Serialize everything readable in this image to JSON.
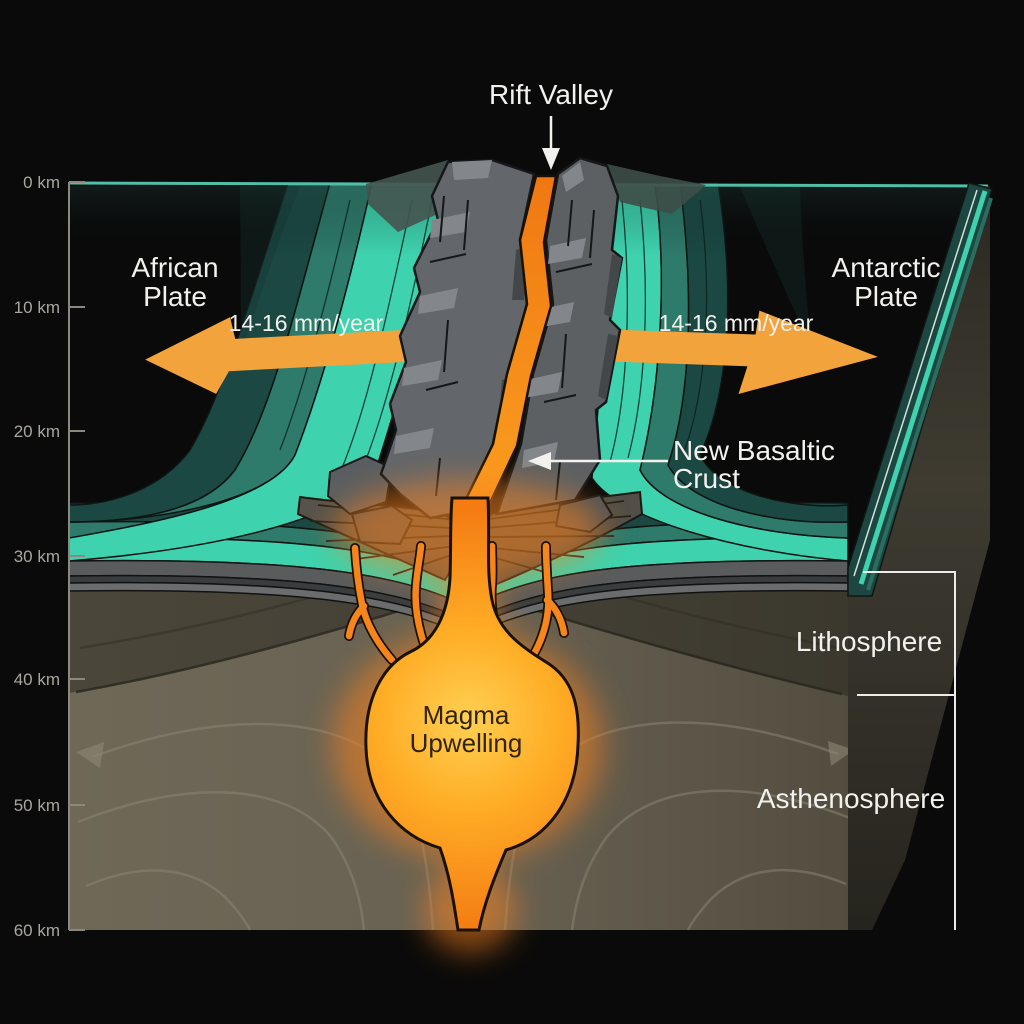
{
  "diagram": {
    "type": "geological-cross-section-divergent-boundary",
    "labels": {
      "rift_valley": "Rift Valley",
      "african_plate_line1": "African",
      "african_plate_line2": "Plate",
      "antarctic_plate_line1": "Antarctic",
      "antarctic_plate_line2": "Plate",
      "spreading_rate_left": "14-16 mm/year",
      "spreading_rate_right": "14-16 mm/year",
      "new_basaltic_crust_line1": "New Basaltic",
      "new_basaltic_crust_line2": "Crust",
      "magma_line1": "Magma",
      "magma_line2": "Upwelling",
      "lithosphere": "Lithosphere",
      "asthenosphere": "Asthenosphere"
    },
    "depth_axis": {
      "unit": "km",
      "ticks": [
        {
          "label": "0 km"
        },
        {
          "label": "10 km"
        },
        {
          "label": "20 km"
        },
        {
          "label": "30 km"
        },
        {
          "label": "40 km"
        },
        {
          "label": "50 km"
        },
        {
          "label": "60 km"
        }
      ]
    },
    "colors": {
      "arrow_orange": "#F2A33C",
      "magma_bright": "#FFAD26",
      "magma_deep": "#F47C13",
      "crust_teal_bright": "#3ED2AE",
      "crust_teal_mid": "#2E7A6B",
      "crust_teal_dark": "#1B4843",
      "rock_gray": "#63666A",
      "mantle_lithosphere": "#46423A",
      "asthenosphere_olive": "#6A6353",
      "label_white": "#F2F1EE",
      "depth_label_gray": "#A8A69E"
    }
  }
}
